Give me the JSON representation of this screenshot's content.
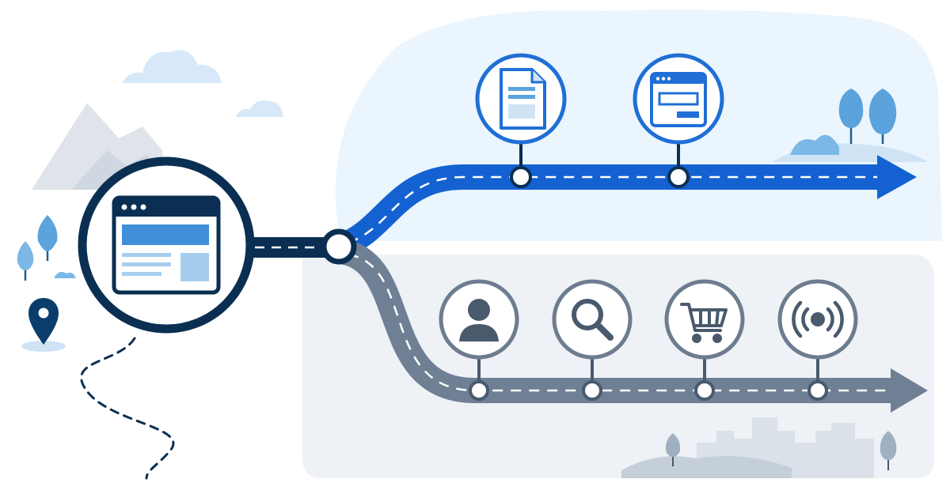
{
  "colors": {
    "navy": "#0b2f52",
    "blue_road": "#1462d2",
    "blue_outline": "#1f6fd6",
    "blue_light_panel": "#eaf5fd",
    "blue_accent": "#4299e1",
    "gray_road": "#6f7f94",
    "gray_outline": "#6d7c8f",
    "gray_panel": "#eef1f5",
    "gray_icon": "#4a5a6d",
    "mountain": "#d8dee6",
    "cloud": "#d7e9f8",
    "tree": "#5aa3dd"
  },
  "diagram": {
    "origin": {
      "node": "website",
      "icon": "browser-window-icon"
    },
    "branches": [
      {
        "id": "upper",
        "color_key": "blue_road",
        "milestones": [
          {
            "icon": "document-icon"
          },
          {
            "icon": "web-form-icon"
          }
        ]
      },
      {
        "id": "lower",
        "color_key": "gray_road",
        "milestones": [
          {
            "icon": "user-icon"
          },
          {
            "icon": "search-icon"
          },
          {
            "icon": "shopping-cart-icon"
          },
          {
            "icon": "broadcast-signal-icon"
          }
        ]
      }
    ]
  }
}
